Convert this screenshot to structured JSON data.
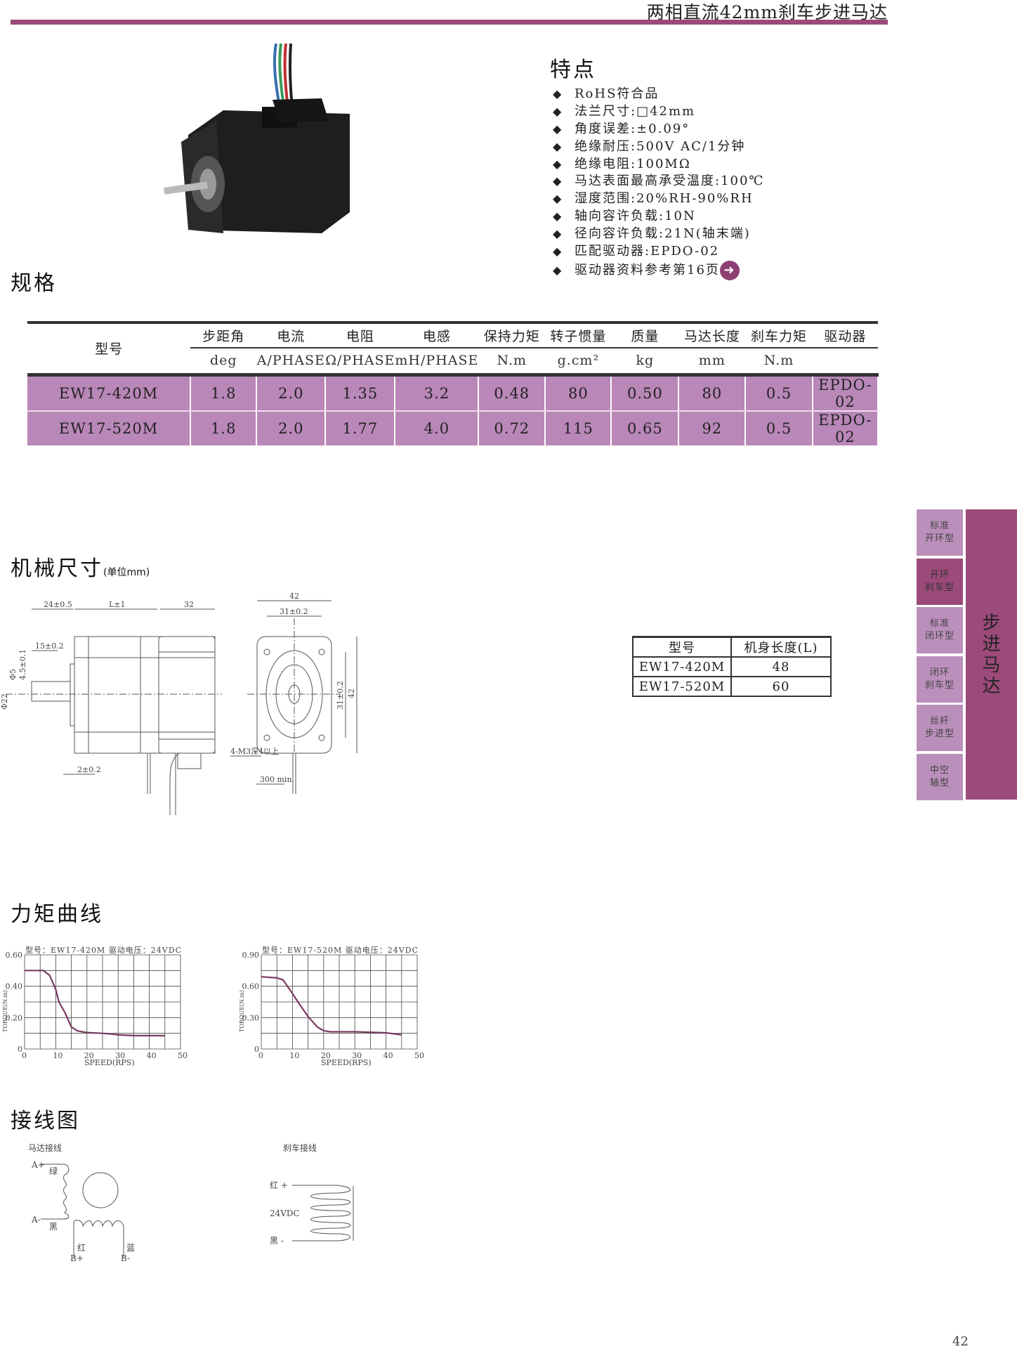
{
  "header": {
    "title": "两相直流42mm刹车步进马达"
  },
  "features": {
    "heading": "特点",
    "bullet": "◆",
    "items": [
      "RoHS符合品",
      "法兰尺寸:□42mm",
      "角度误差:±0.09°",
      "绝缘耐压:500V AC/1分钟",
      "绝缘电阻:100MΩ",
      "马达表面最高承受温度:100℃",
      "湿度范围:20%RH-90%RH",
      "轴向容许负载:10N",
      "径向容许负载:21N(轴末端)",
      "匹配驱动器:EPDO-02",
      "驱动器资料参考第16页"
    ],
    "arrow": "➜"
  },
  "spec": {
    "heading": "规格",
    "model_header": "型号",
    "columns": [
      "步距角",
      "电流",
      "电阻",
      "电感",
      "保持力矩",
      "转子惯量",
      "质量",
      "马达长度",
      "刹车力矩",
      "驱动器"
    ],
    "units": [
      "deg",
      "A/PHASE",
      "Ω/PHASE",
      "mH/PHASE",
      "N.m",
      "g.cm²",
      "kg",
      "mm",
      "N.m",
      ""
    ],
    "rows": [
      [
        "EW17-420M",
        "1.8",
        "2.0",
        "1.35",
        "3.2",
        "0.48",
        "80",
        "0.50",
        "80",
        "0.5",
        "EPDO-02"
      ],
      [
        "EW17-520M",
        "1.8",
        "2.0",
        "1.77",
        "4.0",
        "0.72",
        "115",
        "0.65",
        "92",
        "0.5",
        "EPDO-02"
      ]
    ]
  },
  "mech": {
    "heading": "机械尺寸",
    "unit": "(单位mm)",
    "dims": {
      "d1": "24±0.5",
      "d2": "L±1",
      "d3": "32",
      "d4": "15±0.2",
      "d5": "4.5±0.1",
      "d6": "Φ5",
      "d7": "Φ22",
      "d8": "2±0.2",
      "f1": "42",
      "f2": "31±0.2",
      "f3": "31±0.2",
      "f4": "42",
      "hole": "4-M3深4以上",
      "lead": "300 min."
    },
    "length_table": {
      "headers": [
        "型号",
        "机身长度(L)"
      ],
      "rows": [
        [
          "EW17-420M",
          "48"
        ],
        [
          "EW17-520M",
          "60"
        ]
      ]
    }
  },
  "side_nav": {
    "items": [
      "标准\n开环型",
      "开环\n刹车型",
      "标准\n闭环型",
      "闭环\n刹车型",
      "丝杆\n步进型",
      "中空\n轴型"
    ],
    "active": 1,
    "category": "步\n进\n马\n达"
  },
  "torque": {
    "heading": "力矩曲线"
  },
  "chart_data": [
    {
      "type": "line",
      "title": "型号：EW17-420M   驱动电压：24VDC",
      "xlabel": "SPEED(RPS)",
      "ylabel": "TORQUE(N.m)",
      "xlim": [
        0,
        50
      ],
      "ylim": [
        0,
        0.6
      ],
      "xticks": [
        0,
        10,
        20,
        30,
        40,
        50
      ],
      "yticks": [
        "0",
        "0.20",
        "0.40",
        "0.60"
      ],
      "grid": true,
      "color": "#7a3a62",
      "x": [
        0,
        6,
        8,
        10,
        11,
        13,
        15,
        17,
        20,
        25,
        28,
        30,
        35,
        45
      ],
      "y": [
        0.5,
        0.5,
        0.47,
        0.38,
        0.3,
        0.23,
        0.14,
        0.115,
        0.105,
        0.1,
        0.095,
        0.09,
        0.085,
        0.085
      ]
    },
    {
      "type": "line",
      "title": "型号：EW17-520M   驱动电压：24VDC",
      "xlabel": "SPEED(RPS)",
      "ylabel": "TORQUE(N.m)",
      "xlim": [
        0,
        50
      ],
      "ylim": [
        0,
        0.9
      ],
      "xticks": [
        0,
        10,
        20,
        30,
        40,
        50
      ],
      "yticks": [
        "0",
        "0.30",
        "0.60",
        "0.90"
      ],
      "grid": true,
      "color": "#7a3a62",
      "x": [
        0,
        5,
        7,
        10,
        12,
        15,
        18,
        20,
        22,
        30,
        35,
        40,
        45
      ],
      "y": [
        0.69,
        0.68,
        0.66,
        0.53,
        0.44,
        0.31,
        0.21,
        0.175,
        0.165,
        0.165,
        0.16,
        0.155,
        0.135
      ]
    }
  ],
  "wiring": {
    "heading": "接线图",
    "motor_label": "马达接线",
    "brake_label": "刹车接线",
    "a_plus": "A+",
    "a_minus": "A-",
    "green": "绿",
    "black": "黑",
    "red": "红",
    "blue": "蓝",
    "b_plus": "B+",
    "b_minus": "B-",
    "brake_red": "红  +",
    "brake_black": "黑  -",
    "brake_voltage": "24VDC"
  },
  "page_number": "42"
}
